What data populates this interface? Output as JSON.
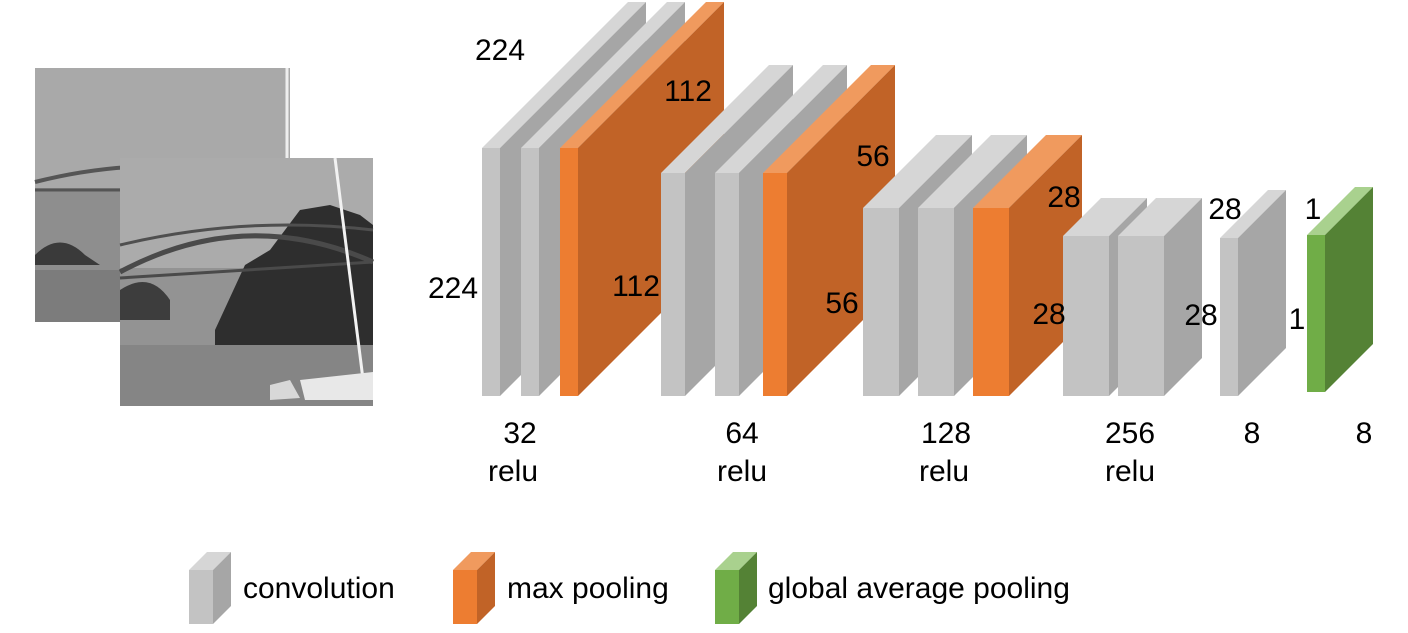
{
  "colors": {
    "conv_front": "#c3c3c3",
    "conv_side": "#a6a6a6",
    "conv_top": "#d6d6d6",
    "pool_front": "#ed7d31",
    "pool_side": "#c16327",
    "pool_top": "#f09a5e",
    "gap_front": "#70ad47",
    "gap_side": "#548235",
    "gap_top": "#a9d18e"
  },
  "input_images": {
    "icon": "photo-of-bridge-and-sailboat"
  },
  "dims": {
    "block1_top": "224",
    "block1_left": "224",
    "block2_top": "112",
    "block2_left": "112",
    "block3_top": "56",
    "block3_left": "56",
    "block4_top": "28",
    "block4_left": "28",
    "block5_top": "28",
    "block5_left": "28",
    "block6_top": "1",
    "block6_left": "1"
  },
  "channels": {
    "block1": "32",
    "block2": "64",
    "block3": "128",
    "block4": "256",
    "block5": "8",
    "block6": "8"
  },
  "activation": {
    "block1": "relu",
    "block2": "relu",
    "block3": "relu",
    "block4": "relu"
  },
  "legend": {
    "convolution": "convolution",
    "max_pooling": "max pooling",
    "global_average_pooling": "global average pooling"
  }
}
